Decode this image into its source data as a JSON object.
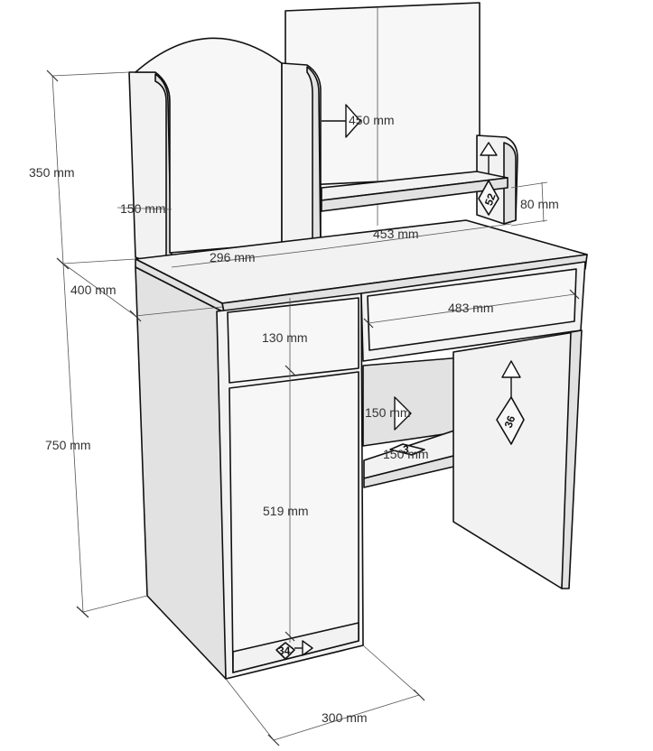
{
  "dimensions": {
    "mirror_height": "350 mm",
    "side_panel_width": "150 mm",
    "mirror_width": "450 mm",
    "shelf_depth": "80 mm",
    "hutch_width": "453 mm",
    "hutch_left_width": "296 mm",
    "depth": "400 mm",
    "drawer_width": "483 mm",
    "drawer_height": "130 mm",
    "total_height": "750 mm",
    "inner_shelf_height": "150 mm",
    "inner_shelf_depth": "150 mm",
    "door_height": "519 mm",
    "cabinet_width": "300 mm"
  },
  "tags": {
    "hutch_tag": "52",
    "leg_tag": "36",
    "door_tag": "34",
    "shelf_tag": "3"
  }
}
